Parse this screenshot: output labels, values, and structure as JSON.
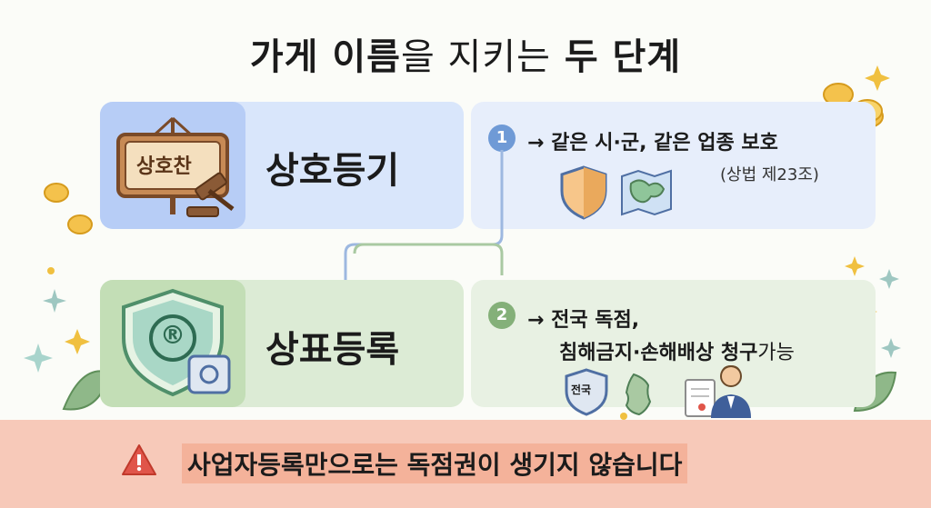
{
  "title": {
    "bold1": "가게 이름",
    "light": "을 지키는",
    "bold2": "두 단계"
  },
  "step1": {
    "number": "1",
    "label": "상호등기",
    "sign_text": "상호찬",
    "line1": "→ 같은 시·군, 같은 업종 보호",
    "line2": "(상법 제23조)",
    "color": "#6f9ad6"
  },
  "step2": {
    "number": "2",
    "label": "상표등록",
    "shield_text": "®",
    "line1": "→ 전국 독점,",
    "line2_bold": "침해금지·손해배상 청구",
    "line2_light": "가능",
    "badge_text": "전국",
    "color": "#84b079"
  },
  "warning": {
    "text": "사업자등록만으로는 독점권이 생기지 않습니다",
    "color": "#e0554a"
  }
}
